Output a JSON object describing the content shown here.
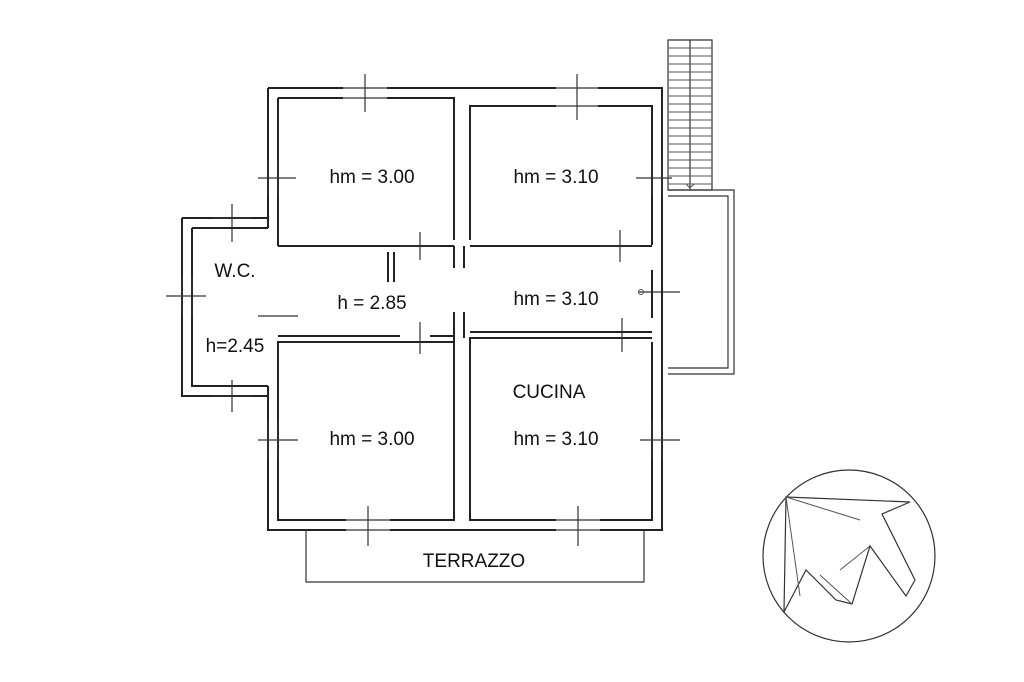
{
  "rooms": {
    "bedroom_top_left": "hm = 3.00",
    "room_top_right": "hm = 3.10",
    "wc_label": "W.C.",
    "wc_height": "h=2.45",
    "corridor": "h = 2.85",
    "room_middle_right": "hm = 3.10",
    "bedroom_bottom_left": "hm = 3.00",
    "kitchen_name": "CUCINA",
    "kitchen_height": "hm = 3.10"
  },
  "terrace": "TERRAZZO",
  "compass": "north-arrow-icon"
}
